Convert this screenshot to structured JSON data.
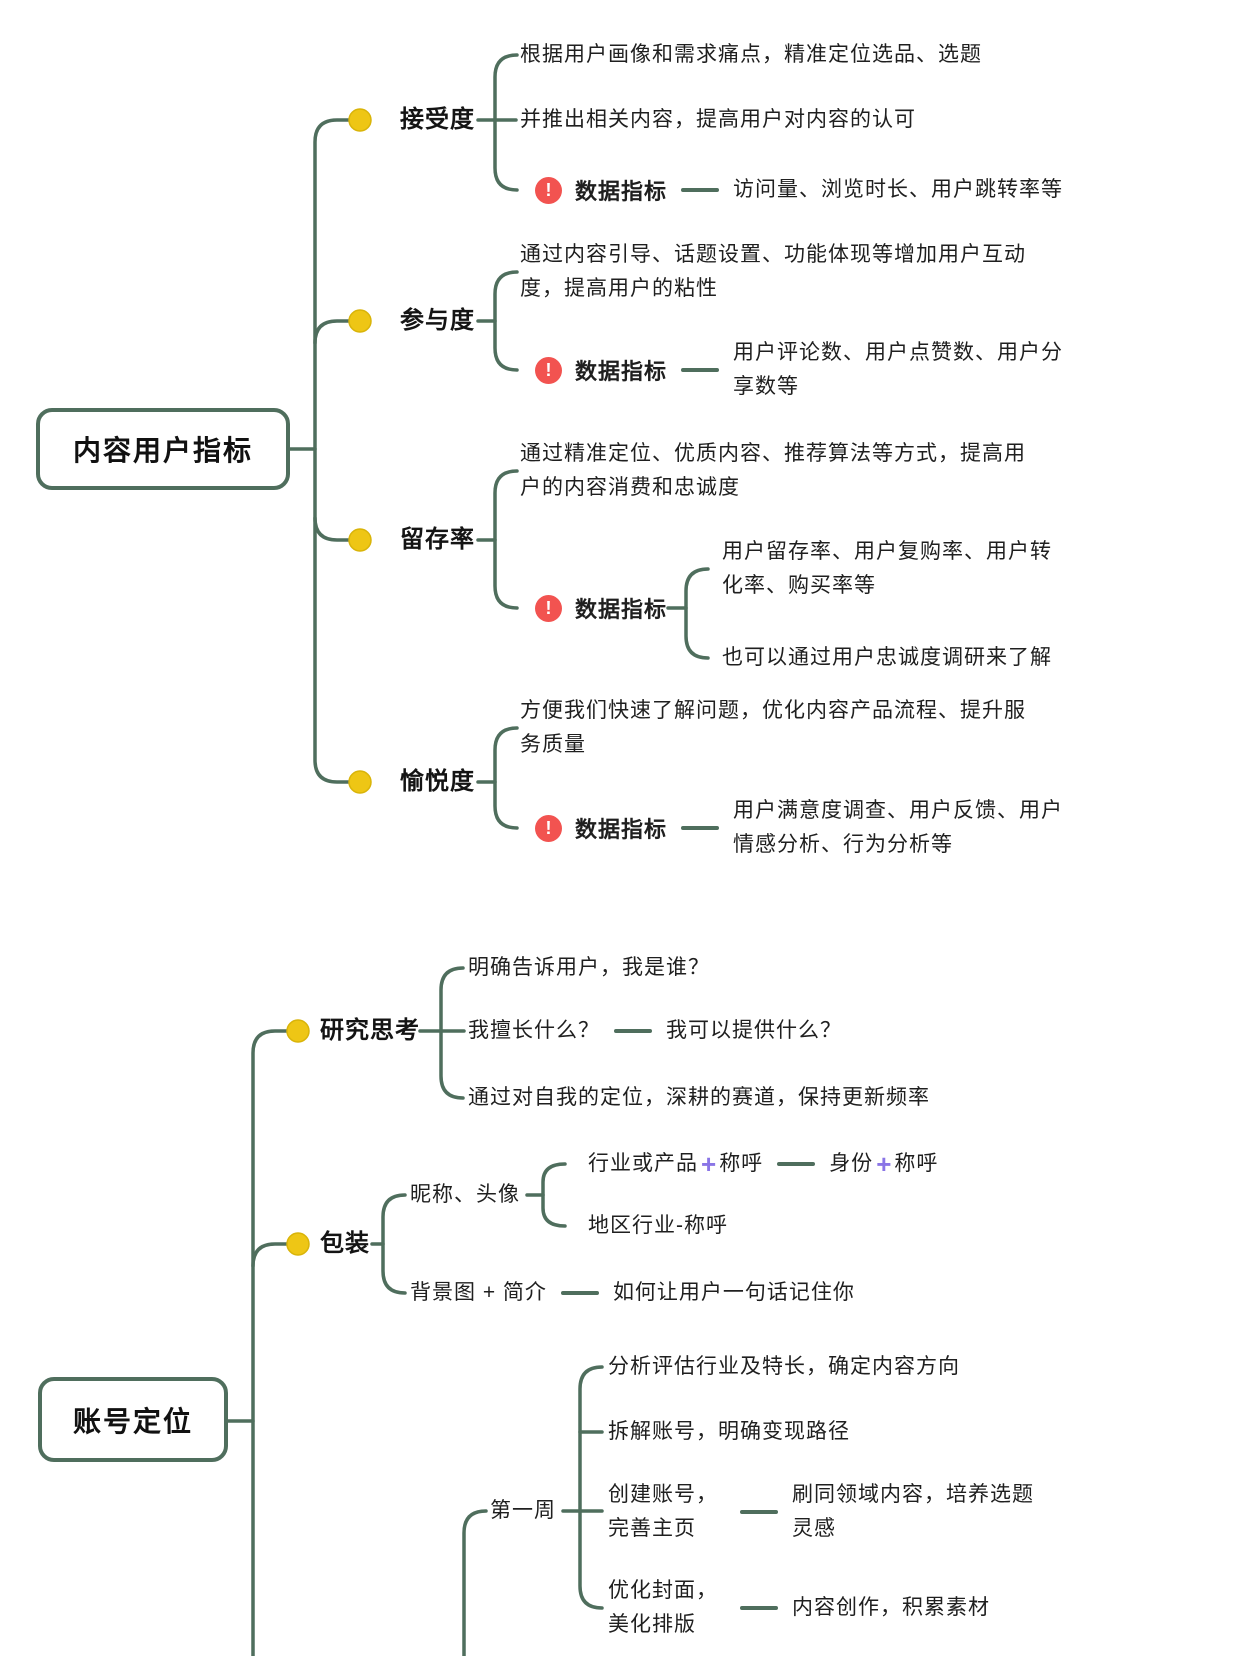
{
  "canvas": {
    "background": "#ffffff"
  },
  "colors": {
    "branch_line": "#4f6e5d",
    "topic_text": "#1f1f1f",
    "marker_yellow": "#eec615",
    "marker_red": "#f25350",
    "plus_purple": "#8a75e6"
  },
  "icons": {
    "alert": "!",
    "plus": "+"
  },
  "map1": {
    "root": "内容用户指标",
    "branches": [
      {
        "label": "接受度",
        "children": [
          {
            "text": "根据用户画像和需求痛点，精准定位选品、选题"
          },
          {
            "text": "并推出相关内容，提高用户对内容的认可"
          },
          {
            "label": "数据指标",
            "value": "访问量、浏览时长、用户跳转率等"
          }
        ]
      },
      {
        "label": "参与度",
        "children": [
          {
            "text": "通过内容引导、话题设置、功能体现等增加用户互动度，提高用户的粘性"
          },
          {
            "label": "数据指标",
            "value": "用户评论数、用户点赞数、用户分享数等"
          }
        ]
      },
      {
        "label": "留存率",
        "children": [
          {
            "text": "通过精准定位、优质内容、推荐算法等方式，提高用户的内容消费和忠诚度"
          },
          {
            "label": "数据指标",
            "values": [
              "用户留存率、用户复购率、用户转化率、购买率等",
              "也可以通过用户忠诚度调研来了解"
            ]
          }
        ]
      },
      {
        "label": "愉悦度",
        "children": [
          {
            "text": "方便我们快速了解问题，优化内容产品流程、提升服务质量"
          },
          {
            "label": "数据指标",
            "value": "用户满意度调查、用户反馈、用户情感分析、行为分析等"
          }
        ]
      }
    ]
  },
  "map2": {
    "root": "账号定位",
    "branches": [
      {
        "label": "研究思考",
        "children": [
          {
            "text": "明确告诉用户，我是谁？"
          },
          {
            "text": "我擅长什么？",
            "detail": "我可以提供什么？"
          },
          {
            "text": "通过对自我的定位，深耕的赛道，保持更新频率"
          }
        ]
      },
      {
        "label": "包装",
        "children": [
          {
            "label": "昵称、头像",
            "children": [
              {
                "pre": "行业或产品",
                "post": "称呼",
                "detail": {
                  "pre": "身份",
                  "post": "称呼"
                }
              },
              {
                "text": "地区行业-称呼"
              }
            ]
          },
          {
            "text": "背景图 + 简介",
            "detail": "如何让用户一句话记住你"
          }
        ]
      },
      {
        "label": "第一周",
        "children": [
          {
            "text": "分析评估行业及特长，确定内容方向"
          },
          {
            "text": "拆解账号，明确变现路径"
          },
          {
            "text": "创建账号，完善主页",
            "detail": "刷同领域内容，培养选题灵感"
          },
          {
            "text": "优化封面，美化排版",
            "detail": "内容创作，积累素材"
          }
        ]
      }
    ]
  }
}
